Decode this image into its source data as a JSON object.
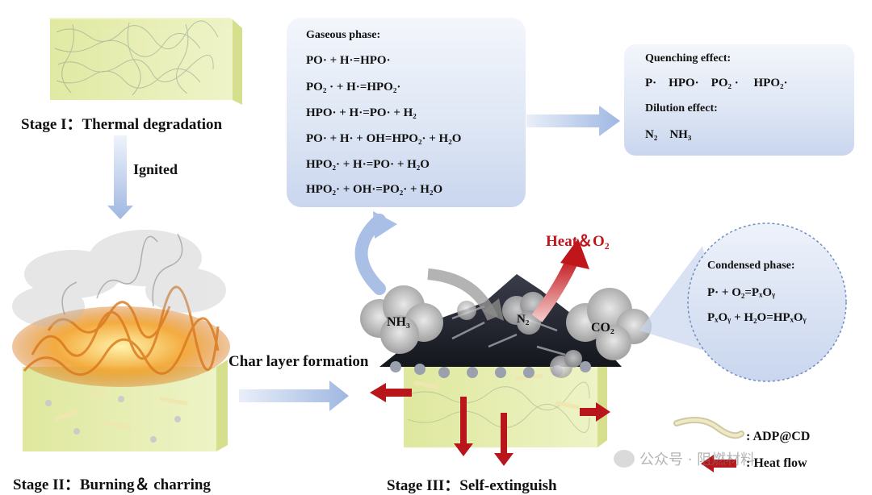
{
  "stage1": {
    "label": "Stage I：Thermal degradation"
  },
  "ignited": "Ignited",
  "stage2": {
    "label": "Stage II：Burning＆ charring"
  },
  "char_formation": "Char layer formation",
  "stage3": {
    "label": "Stage III：Self-extinguish"
  },
  "gaseous": {
    "title": "Gaseous phase:",
    "reactions": [
      "PO· + H·=HPO·",
      "PO₂ · + H·=HPO₂·",
      "HPO· + H·=PO· + H₂",
      "PO· + H· + OH=HPO₂· + H₂O",
      "HPO₂· + H·=PO· + H₂O",
      "HPO₂· + OH·=PO₂· + H₂O"
    ]
  },
  "quench": {
    "title": "Quenching effect:",
    "items": "P·    HPO·    PO₂ ·     HPO₂·",
    "dilution_title": "Dilution effect:",
    "dilution_items": "N₂    NH₃"
  },
  "condensed": {
    "title": "Condensed phase:",
    "reactions": [
      "P· + O₂=PₓOᵧ",
      "PₓOᵧ + H₂O=HPₓOᵧ"
    ]
  },
  "heat_o2": "Heat＆O₂",
  "gases": {
    "nh3": "NH₃",
    "n2": "N₂",
    "co2": "CO₂"
  },
  "legend": {
    "adp": ": ADP@CD",
    "heat_flow": ": Heat flow"
  },
  "watermark": "公众号 · 阻燃材料",
  "colors": {
    "arrow_blue": "#a9bfe6",
    "heat_red": "#c0161b",
    "box_blue": "#dbe4f4",
    "block_green": "#e8efb4"
  }
}
